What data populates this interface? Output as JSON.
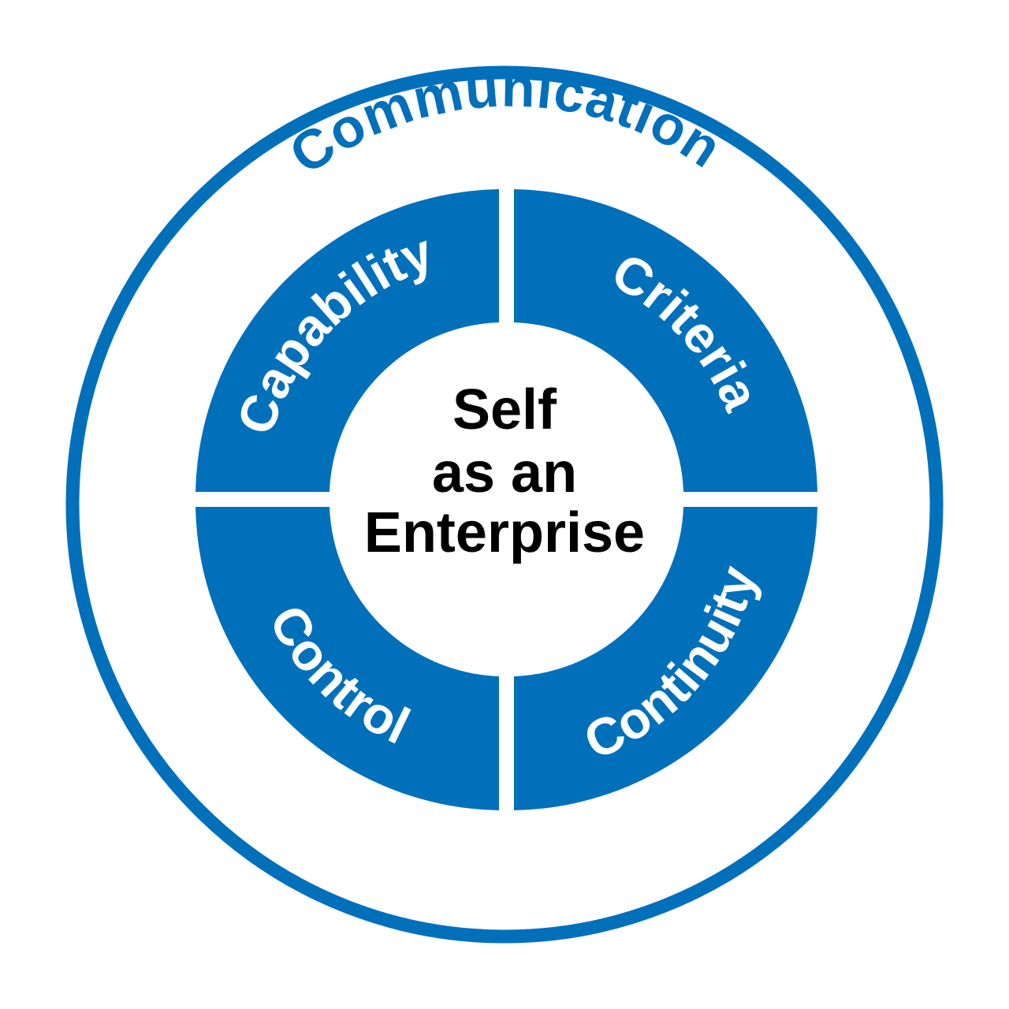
{
  "outer_ring_label": "Communication",
  "quadrants": [
    {
      "id": "top-left",
      "label": "Capability"
    },
    {
      "id": "top-right",
      "label": "Criteria"
    },
    {
      "id": "bottom-right",
      "label": "Continuity"
    },
    {
      "id": "bottom-left",
      "label": "Control"
    }
  ],
  "center_lines": [
    "Self",
    "as an",
    "Enterprise"
  ],
  "colors": {
    "primary_blue": "#0070BB",
    "background": "#FFFFFF",
    "center_text": "#000000"
  }
}
